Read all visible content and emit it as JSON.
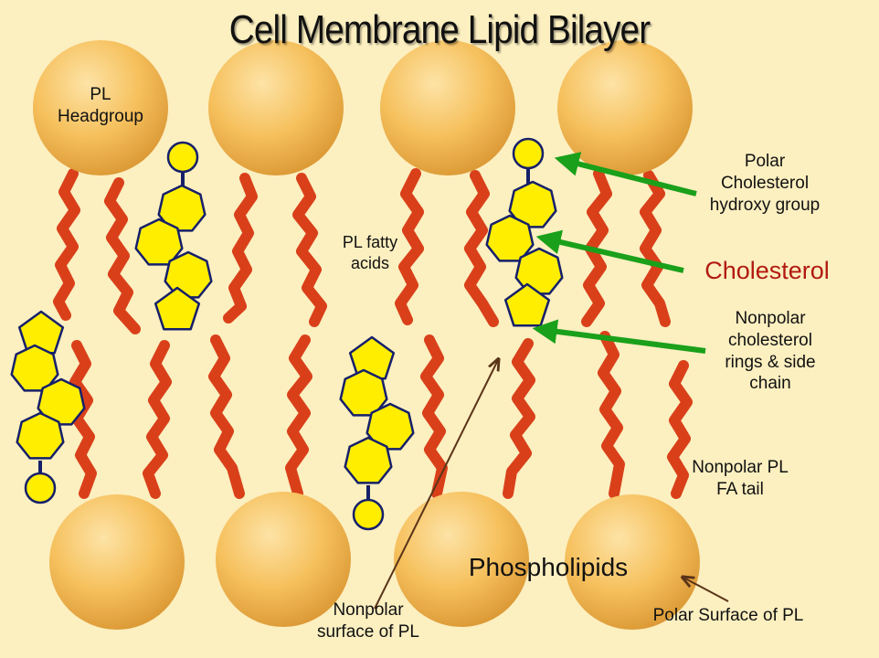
{
  "title": "Cell Membrane Lipid Bilayer",
  "labels": {
    "pl_headgroup": "PL\nHeadgroup",
    "pl_fatty_acids": "PL fatty\nacids",
    "polar_cholesterol_hydroxy": "Polar\nCholesterol\nhydroxy group",
    "cholesterol": "Cholesterol",
    "nonpolar_cholesterol_rings": "Nonpolar\ncholesterol\nrings & side\nchain",
    "nonpolar_pl_fa_tail": "Nonpolar PL\nFA tail",
    "phospholipids": "Phospholipids",
    "nonpolar_surface": "Nonpolar\nsurface of PL",
    "polar_surface": "Polar Surface of PL"
  },
  "colors": {
    "background": "#fcefc0",
    "headgroup": "#f5b850",
    "fatty_acid_tail": "#d9401a",
    "cholesterol_fill": "#ffee00",
    "cholesterol_outline": "#16206a",
    "pointer_arrow_green": "#1aa01a",
    "pointer_arrow_brown": "#5a3418",
    "cholesterol_label": "#b21a10"
  }
}
